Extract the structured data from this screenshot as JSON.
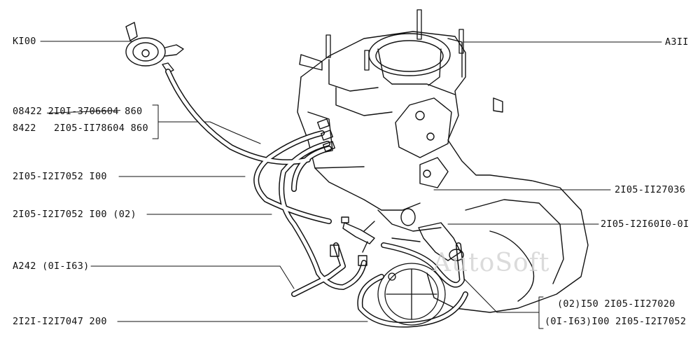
{
  "labels": {
    "k100": "KI00",
    "a311": "A3II",
    "hose_08422_code": "08422",
    "hose_08422_old": "2I0I-3706604",
    "hose_08422_len": "860",
    "hose_8422_code": "8422",
    "hose_8422_part": "2I05-II78604",
    "hose_8422_len": "860",
    "hose_2105_100": "2I05-I2I7052 I00",
    "hose_2105_100_02": "2I05-I2I7052 I00 (02)",
    "a242": "A242 (0I-I63)",
    "part_2121_200": "2I2I-I2I7047 200",
    "part_2105_11270_36": "2I05-II27036",
    "part_2105_1216010": "2I05-I2I60I0-0I",
    "variant_02": "(02)I50 2I05-II27020",
    "variant_01": "(0I-I63)I00 2I05-I2I7052"
  },
  "watermark": "AutoSoft"
}
